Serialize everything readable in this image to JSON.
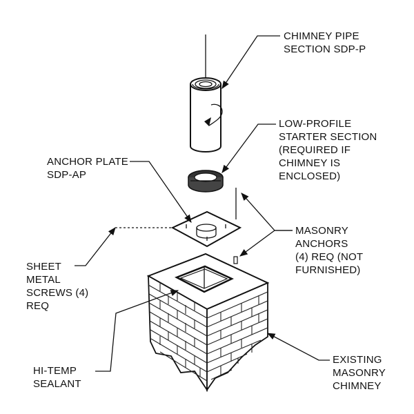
{
  "labels": {
    "chimney_pipe": [
      "CHIMNEY PIPE",
      "SECTION SDP-P"
    ],
    "starter": [
      "LOW-PROFILE",
      "STARTER SECTION",
      "(REQUIRED IF",
      "CHIMNEY IS",
      "ENCLOSED)"
    ],
    "anchor_plate": [
      "ANCHOR PLATE",
      "SDP-AP"
    ],
    "masonry_anchors": [
      "MASONRY",
      "ANCHORS",
      "(4) REQ (NOT",
      "FURNISHED)"
    ],
    "screws": [
      "SHEET",
      "METAL",
      "SCREWS (4)",
      "REQ"
    ],
    "sealant": [
      "HI-TEMP",
      "SEALANT"
    ],
    "existing": [
      "EXISTING",
      "MASONRY",
      "CHIMNEY"
    ]
  }
}
